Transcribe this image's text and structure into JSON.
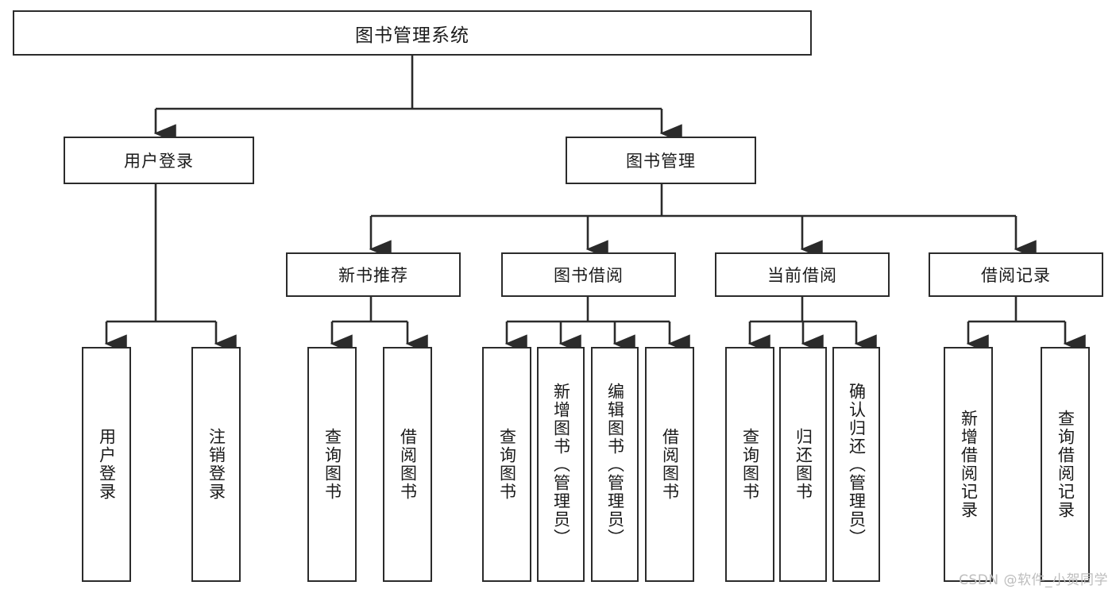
{
  "diagram": {
    "type": "tree",
    "title": "图书管理系统",
    "watermark": "CSDN @软件_小贺同学",
    "colors": {
      "background": "#ffffff",
      "border": "#2b2b2b",
      "connector": "#2b2b2b",
      "text": "#1a1a1a",
      "watermark": "#bdbdbd"
    },
    "nodes": {
      "root": {
        "label": "图书管理系统"
      },
      "level2": [
        {
          "id": "user-login",
          "label": "用户登录"
        },
        {
          "id": "book-management",
          "label": "图书管理"
        }
      ],
      "level3": [
        {
          "id": "new-book-recommend",
          "label": "新书推荐"
        },
        {
          "id": "book-borrow",
          "label": "图书借阅"
        },
        {
          "id": "current-borrow",
          "label": "当前借阅"
        },
        {
          "id": "borrow-record",
          "label": "借阅记录"
        }
      ],
      "leaves": [
        {
          "id": "leaf-user-login",
          "label": "用户登录",
          "parent": "user-login"
        },
        {
          "id": "leaf-logout",
          "label": "注销登录",
          "parent": "user-login"
        },
        {
          "id": "leaf-query-book-1",
          "label": "查询图书",
          "parent": "new-book-recommend"
        },
        {
          "id": "leaf-borrow-book-1",
          "label": "借阅图书",
          "parent": "new-book-recommend"
        },
        {
          "id": "leaf-query-book-2",
          "label": "查询图书",
          "parent": "book-borrow"
        },
        {
          "id": "leaf-add-book",
          "label": "新增图书（管理员）",
          "parent": "book-borrow"
        },
        {
          "id": "leaf-edit-book",
          "label": "编辑图书（管理员）",
          "parent": "book-borrow"
        },
        {
          "id": "leaf-borrow-book-2",
          "label": "借阅图书",
          "parent": "book-borrow"
        },
        {
          "id": "leaf-query-book-3",
          "label": "查询图书",
          "parent": "current-borrow"
        },
        {
          "id": "leaf-return-book",
          "label": "归还图书",
          "parent": "current-borrow"
        },
        {
          "id": "leaf-confirm-return",
          "label": "确认归还（管理员）",
          "parent": "current-borrow"
        },
        {
          "id": "leaf-add-record",
          "label": "新增借阅记录",
          "parent": "borrow-record"
        },
        {
          "id": "leaf-query-record",
          "label": "查询借阅记录",
          "parent": "borrow-record"
        }
      ]
    }
  }
}
